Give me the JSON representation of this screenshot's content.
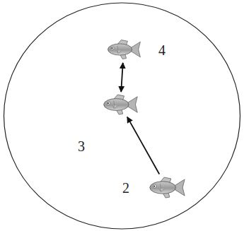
{
  "diagram": {
    "nodes": [
      {
        "text": [
          "4"
        ]
      },
      {
        "text": [
          "3"
        ]
      },
      {
        "text": [
          "2"
        ]
      }
    ],
    "edges": [
      {
        "from": 0,
        "to": 1,
        "arrow": "both"
      },
      {
        "from": 2,
        "to": 1,
        "arrow": "to"
      }
    ]
  }
}
